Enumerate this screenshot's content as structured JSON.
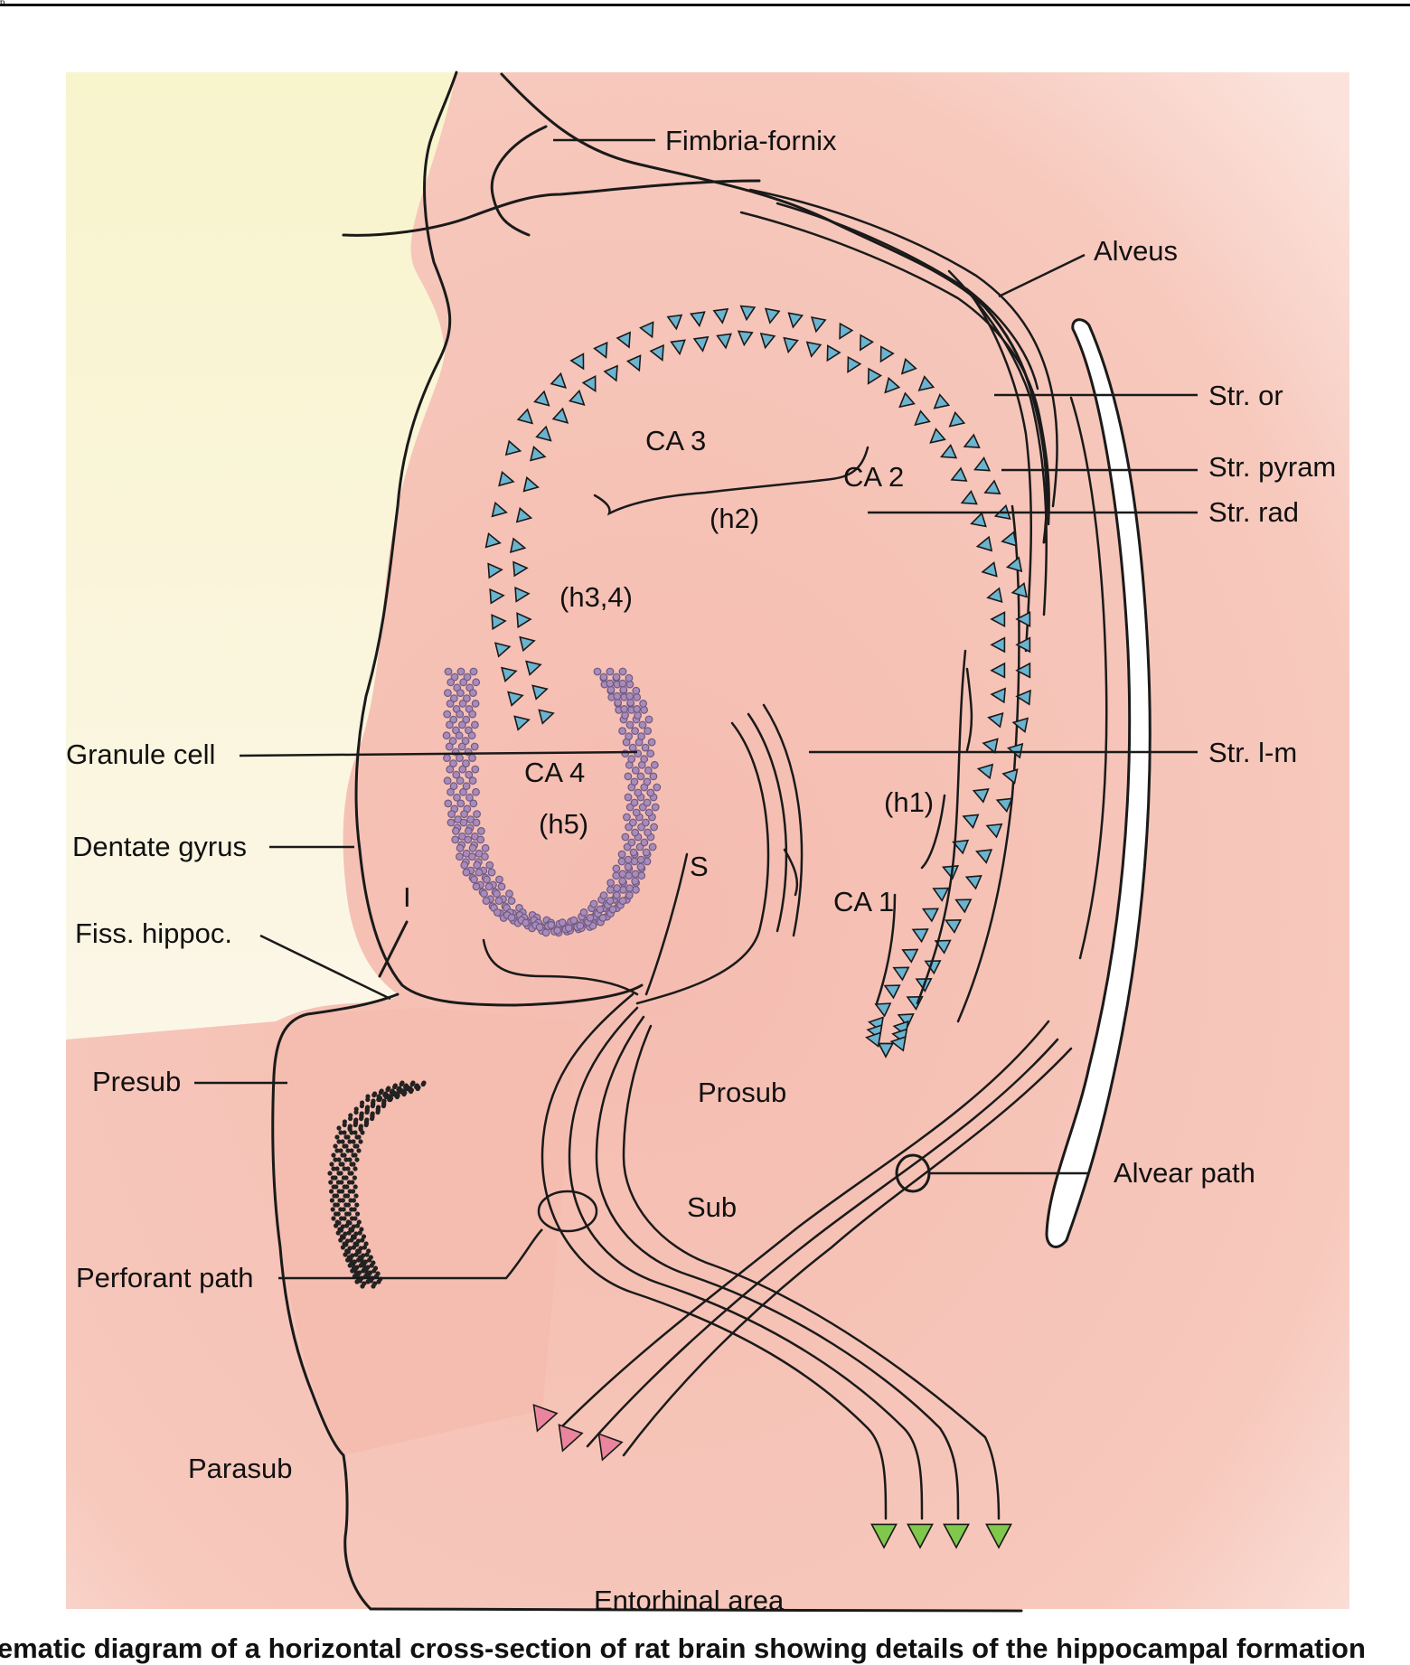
{
  "header": {
    "mark": "6"
  },
  "colors": {
    "background_light": "#f8f4cc",
    "tissue": "#f6c4b8",
    "pyramidal_cells": "#6ab4d0",
    "granule_cells": "#a98bbb",
    "output_arrows_pink": "#e9869d",
    "output_arrows_green": "#7fc84c",
    "outline": "#1a1a1a"
  },
  "labels": {
    "fimbria_fornix": "Fimbria-fornix",
    "alveus": "Alveus",
    "str_or": "Str. or",
    "str_pyram": "Str. pyram",
    "str_rad": "Str. rad",
    "str_lm": "Str. l-m",
    "granule_cell": "Granule cell",
    "dentate_gyrus": "Dentate gyrus",
    "fiss_hippoc": "Fiss. hippoc.",
    "presub": "Presub",
    "perforant_path": "Perforant path",
    "parasub": "Parasub",
    "alvear_path": "Alvear path",
    "ca3": "CA 3",
    "ca2": "CA 2",
    "ca1": "CA 1",
    "ca4": "CA 4",
    "h2": "(h2)",
    "h34": "(h3,4)",
    "h5": "(h5)",
    "h1": "(h1)",
    "s": "S",
    "i": "I",
    "prosub": "Prosub",
    "sub": "Sub",
    "entorhinal_area": "Entorhinal area"
  },
  "caption": "Schematic diagram of a horizontal cross-section of rat brain showing details of the hippocampal formation"
}
